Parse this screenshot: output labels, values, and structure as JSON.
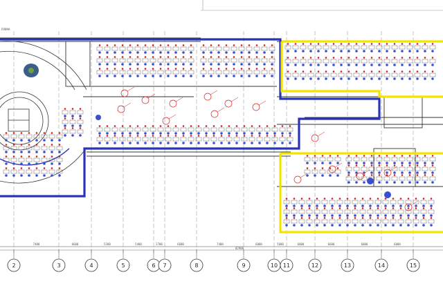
{
  "plan": {
    "corner_label": "FIRMA",
    "grid_axes": [
      "2",
      "3",
      "4",
      "5",
      "6",
      "7",
      "8",
      "9",
      "10",
      "11",
      "12",
      "13",
      "14",
      "15"
    ],
    "dimensions": [
      "7400",
      "6600",
      "5200",
      "5400",
      "2700",
      "6600",
      "7400",
      "6000",
      "5600",
      "6000",
      "6600",
      "6000",
      "6000"
    ],
    "total_label": "82900",
    "colors": {
      "zone_blue": "#2a35b5",
      "zone_yellow": "#f2e400",
      "furniture": "#3a4fd0",
      "annotation": "#d21c1c",
      "wall": "#333333",
      "grid": "#888888"
    }
  }
}
